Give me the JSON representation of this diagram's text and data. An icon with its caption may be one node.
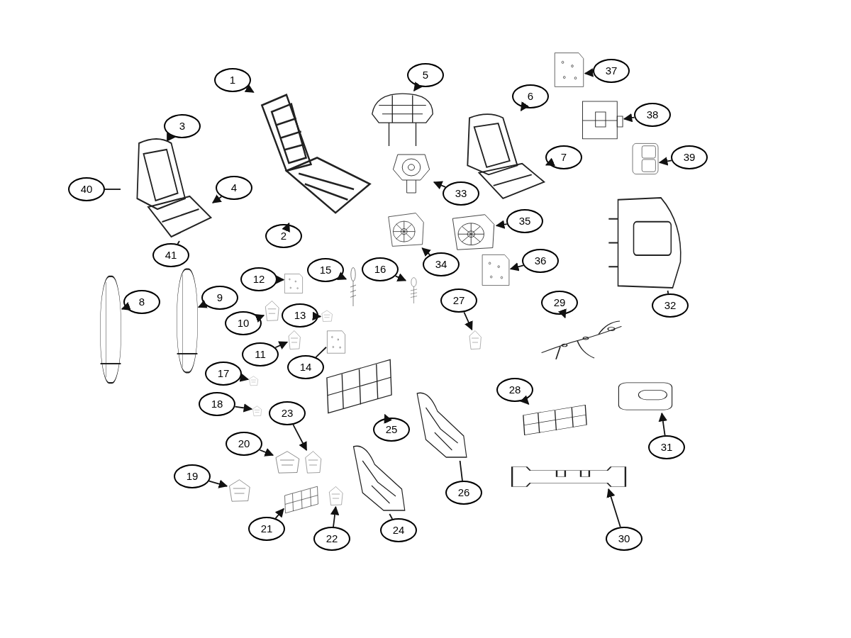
{
  "diagram": {
    "nodes": [
      {
        "text": [
          "1"
        ]
      },
      {
        "text": [
          "2"
        ]
      },
      {
        "text": [
          "3"
        ]
      },
      {
        "text": [
          "4"
        ]
      },
      {
        "text": [
          "5"
        ]
      },
      {
        "text": [
          "6"
        ]
      },
      {
        "text": [
          "7"
        ]
      },
      {
        "text": [
          "8"
        ]
      },
      {
        "text": [
          "9"
        ]
      },
      {
        "text": [
          "10"
        ]
      },
      {
        "text": [
          "11"
        ]
      },
      {
        "text": [
          "12"
        ]
      },
      {
        "text": [
          "13"
        ]
      },
      {
        "text": [
          "14"
        ]
      },
      {
        "text": [
          "15"
        ]
      },
      {
        "text": [
          "16"
        ]
      },
      {
        "text": [
          "17"
        ]
      },
      {
        "text": [
          "18"
        ]
      },
      {
        "text": [
          "19"
        ]
      },
      {
        "text": [
          "20"
        ]
      },
      {
        "text": [
          "21"
        ]
      },
      {
        "text": [
          "22"
        ]
      },
      {
        "text": [
          "23"
        ]
      },
      {
        "text": [
          "24"
        ]
      },
      {
        "text": [
          "25"
        ]
      },
      {
        "text": [
          "26"
        ]
      },
      {
        "text": [
          "27"
        ]
      },
      {
        "text": [
          "28"
        ]
      },
      {
        "text": [
          "29"
        ]
      },
      {
        "text": [
          "30"
        ]
      },
      {
        "text": [
          "31"
        ]
      },
      {
        "text": [
          "32"
        ]
      },
      {
        "text": [
          "33"
        ]
      },
      {
        "text": [
          "34"
        ]
      },
      {
        "text": [
          "35"
        ]
      },
      {
        "text": [
          "36"
        ]
      },
      {
        "text": [
          "37"
        ]
      },
      {
        "text": [
          "38"
        ]
      },
      {
        "text": [
          "39"
        ]
      },
      {
        "text": [
          "40"
        ]
      },
      {
        "text": [
          "41"
        ]
      },
      {
        "text": [],
        "shape": "picture"
      },
      {
        "text": [],
        "shape": "picture"
      },
      {
        "text": [],
        "shape": "picture"
      },
      {
        "text": [],
        "shape": "picture"
      },
      {
        "text": [],
        "shape": "picture"
      },
      {
        "text": [],
        "shape": "picture"
      },
      {
        "text": [],
        "shape": "picture"
      },
      {
        "text": [],
        "shape": "picture"
      },
      {
        "text": [],
        "shape": "picture"
      },
      {
        "text": [],
        "shape": "picture"
      },
      {
        "text": [],
        "shape": "picture"
      },
      {
        "text": [],
        "shape": "picture"
      },
      {
        "text": [],
        "shape": "picture"
      },
      {
        "text": [],
        "shape": "picture"
      },
      {
        "text": [],
        "shape": "picture"
      },
      {
        "text": [],
        "shape": "picture"
      },
      {
        "text": [],
        "shape": "picture"
      },
      {
        "text": [],
        "shape": "picture"
      },
      {
        "text": [],
        "shape": "picture"
      },
      {
        "text": [],
        "shape": "picture"
      },
      {
        "text": [],
        "shape": "picture"
      },
      {
        "text": [],
        "shape": "picture"
      },
      {
        "text": [],
        "shape": "picture"
      },
      {
        "text": [],
        "shape": "picture"
      },
      {
        "text": [],
        "shape": "picture"
      },
      {
        "text": [],
        "shape": "picture"
      },
      {
        "text": [],
        "shape": "picture"
      },
      {
        "text": [],
        "shape": "picture"
      },
      {
        "text": [],
        "shape": "picture"
      },
      {
        "text": [],
        "shape": "picture"
      },
      {
        "text": [],
        "shape": "picture"
      },
      {
        "text": [],
        "shape": "picture"
      },
      {
        "text": [],
        "shape": "picture"
      },
      {
        "text": [],
        "shape": "picture"
      },
      {
        "text": [],
        "shape": "picture"
      },
      {
        "text": [],
        "shape": "picture"
      }
    ],
    "edges": [
      {
        "from": 0,
        "to": 42,
        "arrow": "to"
      },
      {
        "from": 1,
        "to": 42,
        "arrow": "to"
      },
      {
        "from": 2,
        "to": 41,
        "arrow": "to"
      },
      {
        "from": 3,
        "to": 41,
        "arrow": "to"
      },
      {
        "from": 4,
        "to": 43,
        "arrow": "to"
      },
      {
        "from": 5,
        "to": 44,
        "arrow": "to"
      },
      {
        "from": 6,
        "to": 44,
        "arrow": "to"
      },
      {
        "from": 7,
        "to": 53,
        "arrow": "to"
      },
      {
        "from": 8,
        "to": 54,
        "arrow": "to"
      },
      {
        "from": 9,
        "to": 58,
        "arrow": "to"
      },
      {
        "from": 10,
        "to": 60,
        "arrow": "to"
      },
      {
        "from": 11,
        "to": 55,
        "arrow": "to"
      },
      {
        "from": 12,
        "to": 59,
        "arrow": "to"
      },
      {
        "from": 13,
        "to": 61,
        "arrow": "none"
      },
      {
        "from": 14,
        "to": 56,
        "arrow": "to"
      },
      {
        "from": 15,
        "to": 57,
        "arrow": "to"
      },
      {
        "from": 16,
        "to": 62,
        "arrow": "to"
      },
      {
        "from": 17,
        "to": 63,
        "arrow": "to"
      },
      {
        "from": 18,
        "to": 73,
        "arrow": "to"
      },
      {
        "from": 19,
        "to": 71,
        "arrow": "to"
      },
      {
        "from": 20,
        "to": 74,
        "arrow": "to"
      },
      {
        "from": 21,
        "to": 75,
        "arrow": "to"
      },
      {
        "from": 22,
        "to": 72,
        "arrow": "to"
      },
      {
        "from": 23,
        "to": 76,
        "arrow": "none"
      },
      {
        "from": 24,
        "to": 66,
        "arrow": "to"
      },
      {
        "from": 25,
        "to": 67,
        "arrow": "none"
      },
      {
        "from": 26,
        "to": 64,
        "arrow": "to"
      },
      {
        "from": 27,
        "to": 68,
        "arrow": "to"
      },
      {
        "from": 28,
        "to": 65,
        "arrow": "to"
      },
      {
        "from": 29,
        "to": 70,
        "arrow": "to"
      },
      {
        "from": 30,
        "to": 69,
        "arrow": "to"
      },
      {
        "from": 31,
        "to": 52,
        "arrow": "none"
      },
      {
        "from": 32,
        "to": 48,
        "arrow": "to"
      },
      {
        "from": 33,
        "to": 49,
        "arrow": "to"
      },
      {
        "from": 34,
        "to": 50,
        "arrow": "to"
      },
      {
        "from": 35,
        "to": 51,
        "arrow": "to"
      },
      {
        "from": 36,
        "to": 45,
        "arrow": "to"
      },
      {
        "from": 37,
        "to": 46,
        "arrow": "to"
      },
      {
        "from": 38,
        "to": 47,
        "arrow": "to"
      },
      {
        "from": 39,
        "to": 41,
        "arrow": "none"
      },
      {
        "from": 40,
        "to": 41,
        "arrow": "none"
      }
    ]
  }
}
